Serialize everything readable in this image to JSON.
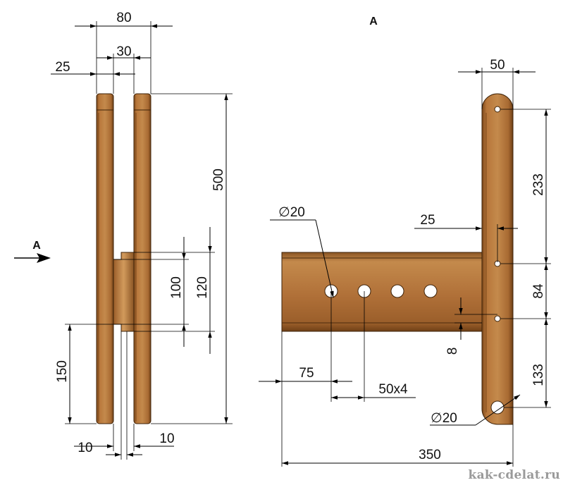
{
  "views": {
    "view_a_label": "A",
    "arrow_label": "A"
  },
  "dims": {
    "w80": "80",
    "w30": "30",
    "w25": "25",
    "h500": "500",
    "h120": "120",
    "h100": "100",
    "h150": "150",
    "g10a": "10",
    "g10b": "10",
    "w50": "50",
    "h233": "233",
    "h84": "84",
    "h133": "133",
    "d25": "25",
    "d8": "8",
    "dia20_top": "∅20",
    "dia20_bottom": "∅20",
    "l75": "75",
    "l50x4": "50x4",
    "l350": "350"
  },
  "watermark": "kak-cdelat.ru",
  "colors": {
    "wood": "#a86a32",
    "wood_light": "#c48a4c",
    "wood_dark": "#7a4619"
  }
}
